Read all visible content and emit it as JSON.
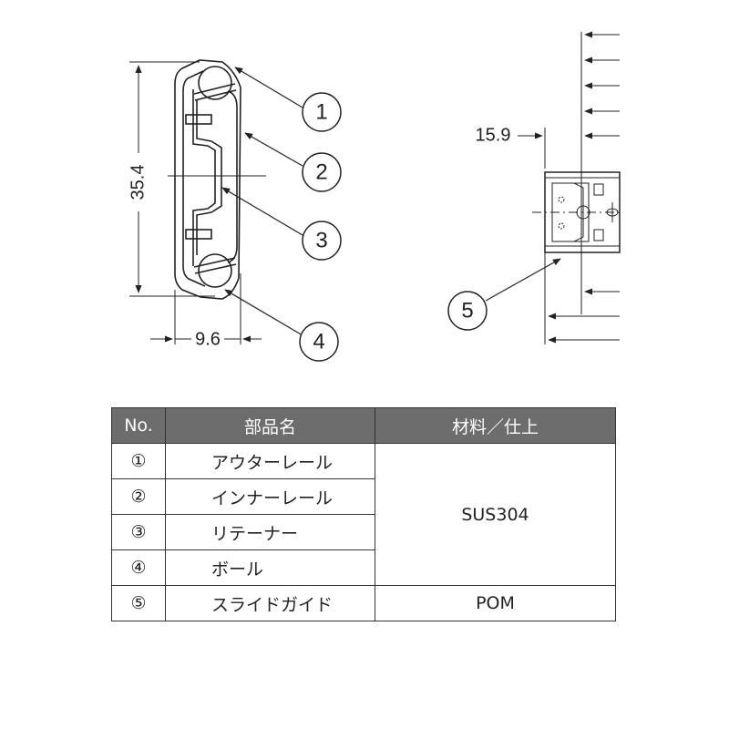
{
  "drawing": {
    "dimensions": {
      "height": "35.4",
      "width": "9.6",
      "offset": "15.9"
    },
    "callouts": [
      "1",
      "2",
      "3",
      "4",
      "5"
    ]
  },
  "table": {
    "headers": [
      "No.",
      "部品名",
      "材料／仕上"
    ],
    "rows": [
      {
        "no": "①",
        "name": "アウターレール"
      },
      {
        "no": "②",
        "name": "インナーレール"
      },
      {
        "no": "③",
        "name": "リテーナー"
      },
      {
        "no": "④",
        "name": "ボール"
      },
      {
        "no": "⑤",
        "name": "スライドガイド",
        "material": "POM"
      }
    ],
    "shared_material": "SUS304"
  }
}
